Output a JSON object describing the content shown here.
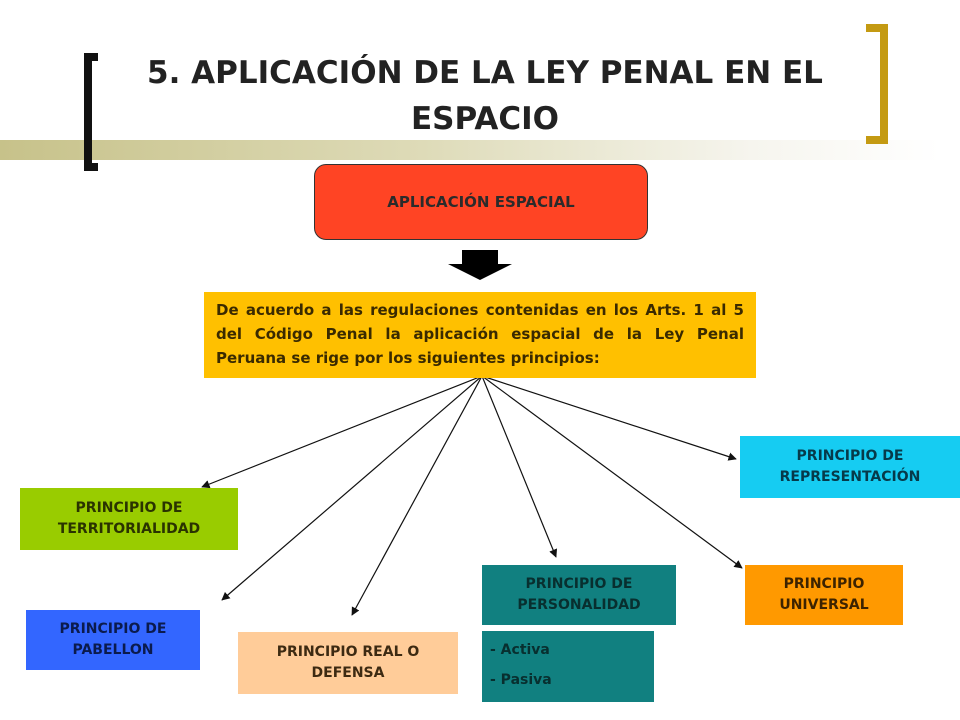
{
  "title": "5. APLICACIÓN DE LA LEY PENAL EN EL ESPACIO",
  "top_box": "APLICACIÓN ESPACIAL",
  "description": "De acuerdo a las regulaciones contenidas en los Arts. 1 al 5 del Código Penal la aplicación espacial de la Ley Penal Peruana se rige por los siguientes principios:",
  "principles": {
    "territorialidad": "PRINCIPIO DE TERRITORIALIDAD",
    "representacion": "PRINCIPIO DE REPRESENTACIÓN",
    "personalidad": "PRINCIPIO DE PERSONALIDAD",
    "universal": "PRINCIPIO UNIVERSAL",
    "pabellon": "PRINCIPIO DE PABELLON",
    "real": "PRINCIPIO REAL O DEFENSA"
  },
  "personalidad_types": [
    "- Activa",
    "- Pasiva"
  ],
  "colors": {
    "top_box": "#ff4424",
    "description": "#ffc000",
    "territorialidad": "#99cc00",
    "representacion": "#16ccf2",
    "personalidad": "#118080",
    "universal": "#ff9900",
    "pabellon": "#3366ff",
    "real": "#ffcc99",
    "accent_bracket": "#c49a12"
  }
}
